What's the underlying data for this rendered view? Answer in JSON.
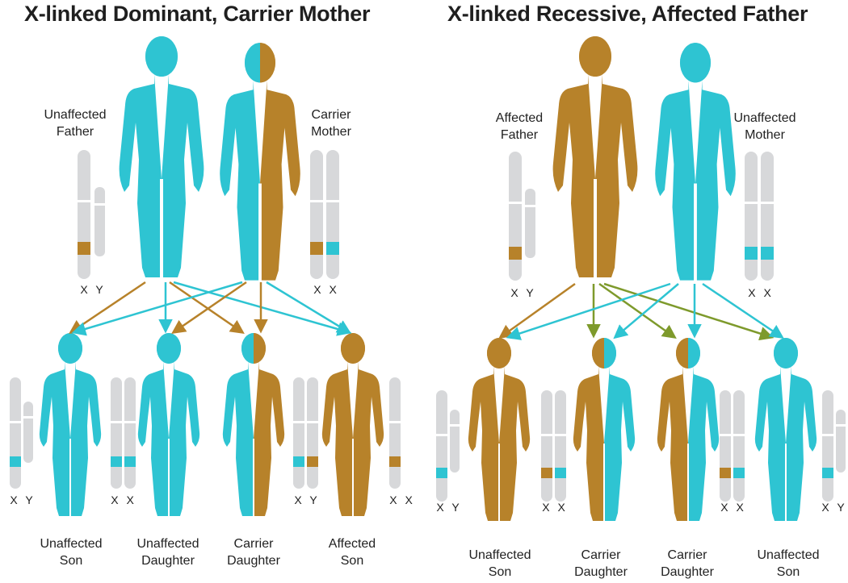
{
  "colors": {
    "affected": "#b7822a",
    "unaffected": "#2ec4d2",
    "chromosome": "#d7d8da",
    "arrow_green": "#7e9a2c"
  },
  "panels": [
    {
      "title": "X-linked Dominant, Carrier Mother",
      "parents": [
        {
          "line1": "Unaffected",
          "line2": "Father",
          "chromosomes": "X Y",
          "figure": "unaffected"
        },
        {
          "line1": "Carrier",
          "line2": "Mother",
          "chromosomes": "X X",
          "figure": "carrier"
        }
      ],
      "children": [
        {
          "line1": "Unaffected",
          "line2": "Son",
          "chromosomes": "X Y",
          "figure": "unaffected"
        },
        {
          "line1": "Unaffected",
          "line2": "Daughter",
          "chromosomes": "X X",
          "figure": "unaffected"
        },
        {
          "line1": "Carrier",
          "line2": "Daughter",
          "chromosomes": "X Y",
          "figure": "carrier"
        },
        {
          "line1": "Affected",
          "line2": "Son",
          "chromosomes": "X X",
          "figure": "affected"
        }
      ]
    },
    {
      "title": "X-linked Recessive, Affected Father",
      "parents": [
        {
          "line1": "Affected",
          "line2": "Father",
          "chromosomes": "X Y",
          "figure": "affected"
        },
        {
          "line1": "Unaffected",
          "line2": "Mother",
          "chromosomes": "X X",
          "figure": "unaffected"
        }
      ],
      "children": [
        {
          "line1": "Unaffected",
          "line2": "Son",
          "chromosomes": "X Y",
          "figure": "affected"
        },
        {
          "line1": "Carrier",
          "line2": "Daughter",
          "chromosomes": "X X",
          "figure": "carrier"
        },
        {
          "line1": "Carrier",
          "line2": "Daughter",
          "chromosomes": "X X",
          "figure": "carrier"
        },
        {
          "line1": "Unaffected",
          "line2": "Son",
          "chromosomes": "X Y",
          "figure": "unaffected"
        }
      ]
    }
  ]
}
